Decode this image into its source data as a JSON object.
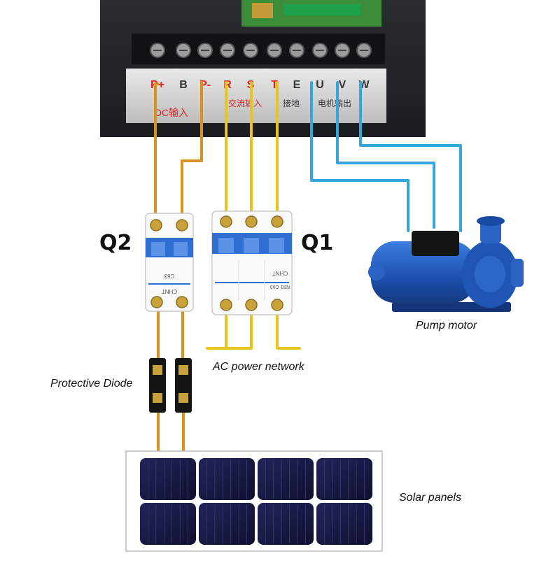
{
  "inverter": {
    "terminal_labels": [
      "P+",
      "B",
      "P-",
      "R",
      "S",
      "T",
      "E",
      "U",
      "V",
      "W"
    ],
    "group_labels": [
      "DC输入",
      "交流输入",
      "接地",
      "电机输出"
    ]
  },
  "breakers": {
    "q2": {
      "label": "Q2",
      "brand": "CHNT",
      "model": "C63"
    },
    "q1": {
      "label": "Q1",
      "brand": "CHNT",
      "model": "NB1 C63"
    }
  },
  "labels": {
    "pump_motor": "Pump motor",
    "ac_power_network": "AC power network",
    "protective_diode": "Protective Diode",
    "solar_panels": "Solar panels"
  },
  "colors": {
    "dc_wire": "#d9921d",
    "ac_wire": "#e8c51c",
    "motor_wire": "#35a6dc",
    "breaker_blue": "#2f6fd2",
    "pump_blue": "#1f56b5",
    "panel_cell": "#18193f"
  }
}
